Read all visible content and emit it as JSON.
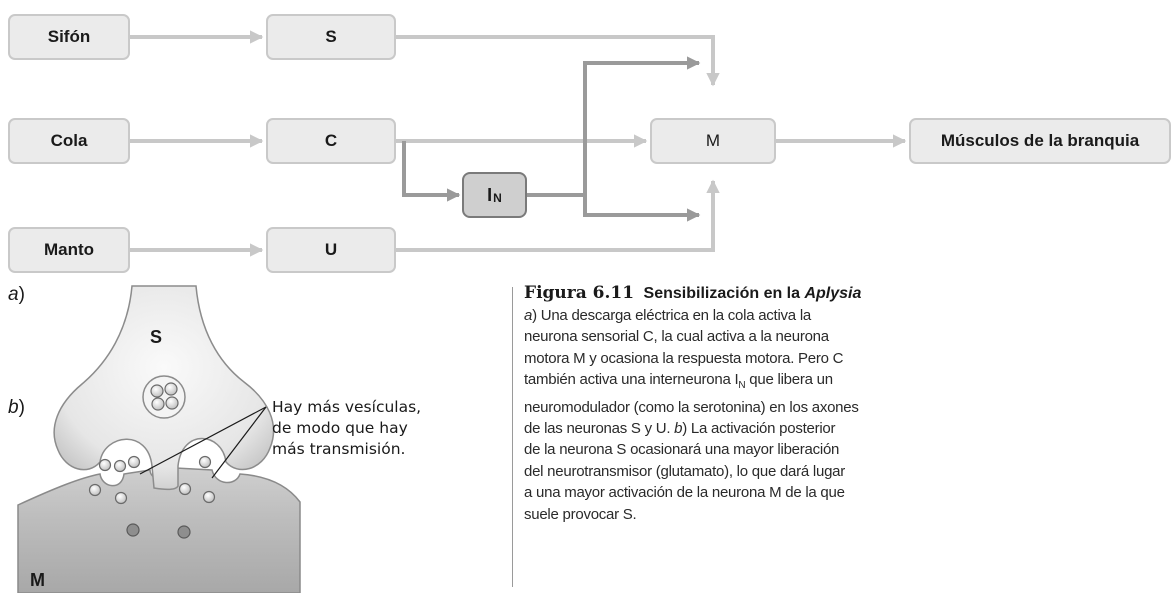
{
  "diagram": {
    "inputs": {
      "sifon": "Sifón",
      "cola": "Cola",
      "manto": "Manto"
    },
    "neurons": {
      "s": "S",
      "c": "C",
      "u": "U",
      "m": "M",
      "interneuron": "I",
      "interneuron_sub": "N"
    },
    "output": "Músculos de la branquia"
  },
  "panel_labels": {
    "a": "a",
    "b": "b"
  },
  "synapse": {
    "presynaptic_label": "S",
    "postsynaptic_label": "M",
    "callout": "Hay más vesículas,\nde modo que hay\nmás transmisión."
  },
  "caption": {
    "figure_number": "Figura 6.11",
    "title_prefix": "Sensibilización en la ",
    "title_species": "Aplysia",
    "lines": [
      [
        "a",
        ") Una descarga eléctrica en la cola activa la"
      ],
      [
        "",
        "neurona sensorial C, la cual activa a la neurona"
      ],
      [
        "",
        "motora M y ocasiona la respuesta motora. Pero C"
      ],
      [
        "",
        "también activa una interneurona I",
        "N",
        " que libera un"
      ],
      [
        "",
        "neuromodulador (como la serotonina) en los axones"
      ],
      [
        "",
        "de las neuronas S y U. ",
        "b",
        ") La activación posterior"
      ],
      [
        "",
        "de la neurona S ocasionará una mayor liberación"
      ],
      [
        "",
        "del neurotransmisor (glutamato), lo que dará lugar"
      ],
      [
        "",
        "a una mayor activación de la neurona M de la que"
      ],
      [
        "",
        "suele provocar S."
      ]
    ]
  }
}
